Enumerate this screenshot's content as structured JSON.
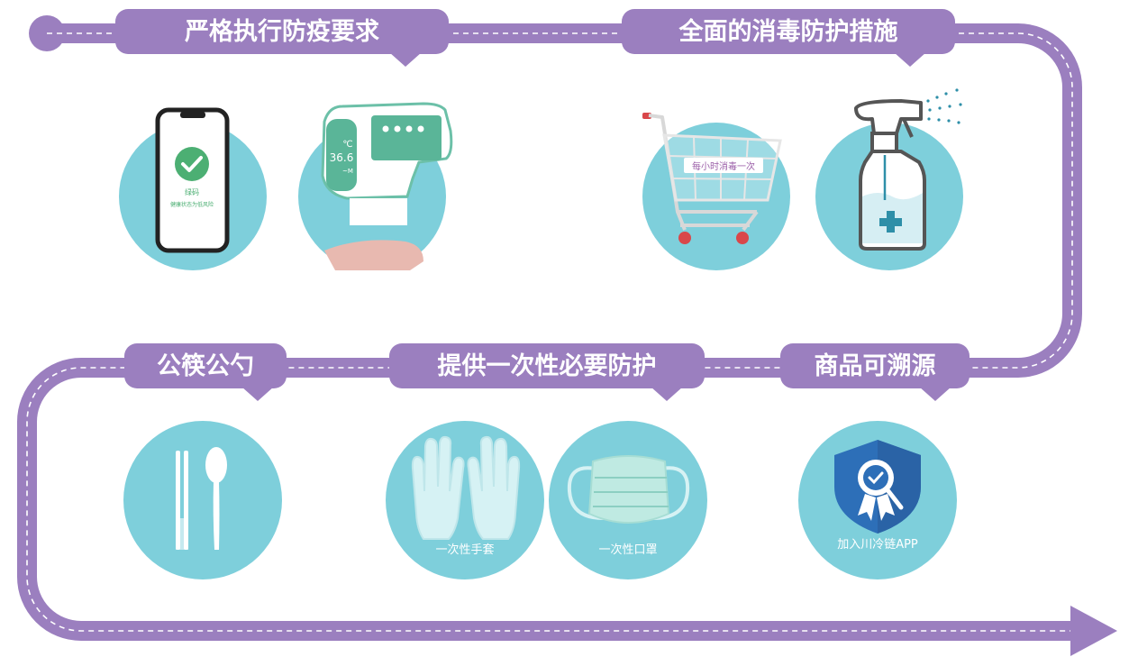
{
  "colors": {
    "track": "#9b7fbf",
    "circle": "#7ecfdb",
    "dash": "#ffffff",
    "green": "#4caf73",
    "teal_dark": "#3a8f8a",
    "shield": "#2d6fb8"
  },
  "sections": [
    {
      "title": "严格执行防疫要求",
      "items": [
        {
          "icon": "health-code-phone-icon",
          "label": "绿码",
          "sublabel": "健康状态为低风险"
        },
        {
          "icon": "thermometer-gun-icon",
          "reading_unit": "℃",
          "reading_value": "36.6",
          "reading_mode": "~M"
        }
      ]
    },
    {
      "title": "全面的消毒防护措施",
      "items": [
        {
          "icon": "shopping-cart-icon",
          "label": "每小时消毒一次"
        },
        {
          "icon": "disinfectant-spray-icon"
        }
      ]
    },
    {
      "title": "公筷公勺",
      "items": [
        {
          "icon": "chopsticks-spoon-icon"
        }
      ]
    },
    {
      "title": "提供一次性必要防护",
      "items": [
        {
          "icon": "gloves-icon",
          "label": "一次性手套"
        },
        {
          "icon": "face-mask-icon",
          "label": "一次性口罩"
        }
      ]
    },
    {
      "title": "商品可溯源",
      "items": [
        {
          "icon": "certified-shield-icon",
          "label": "加入川冷链APP"
        }
      ]
    }
  ]
}
